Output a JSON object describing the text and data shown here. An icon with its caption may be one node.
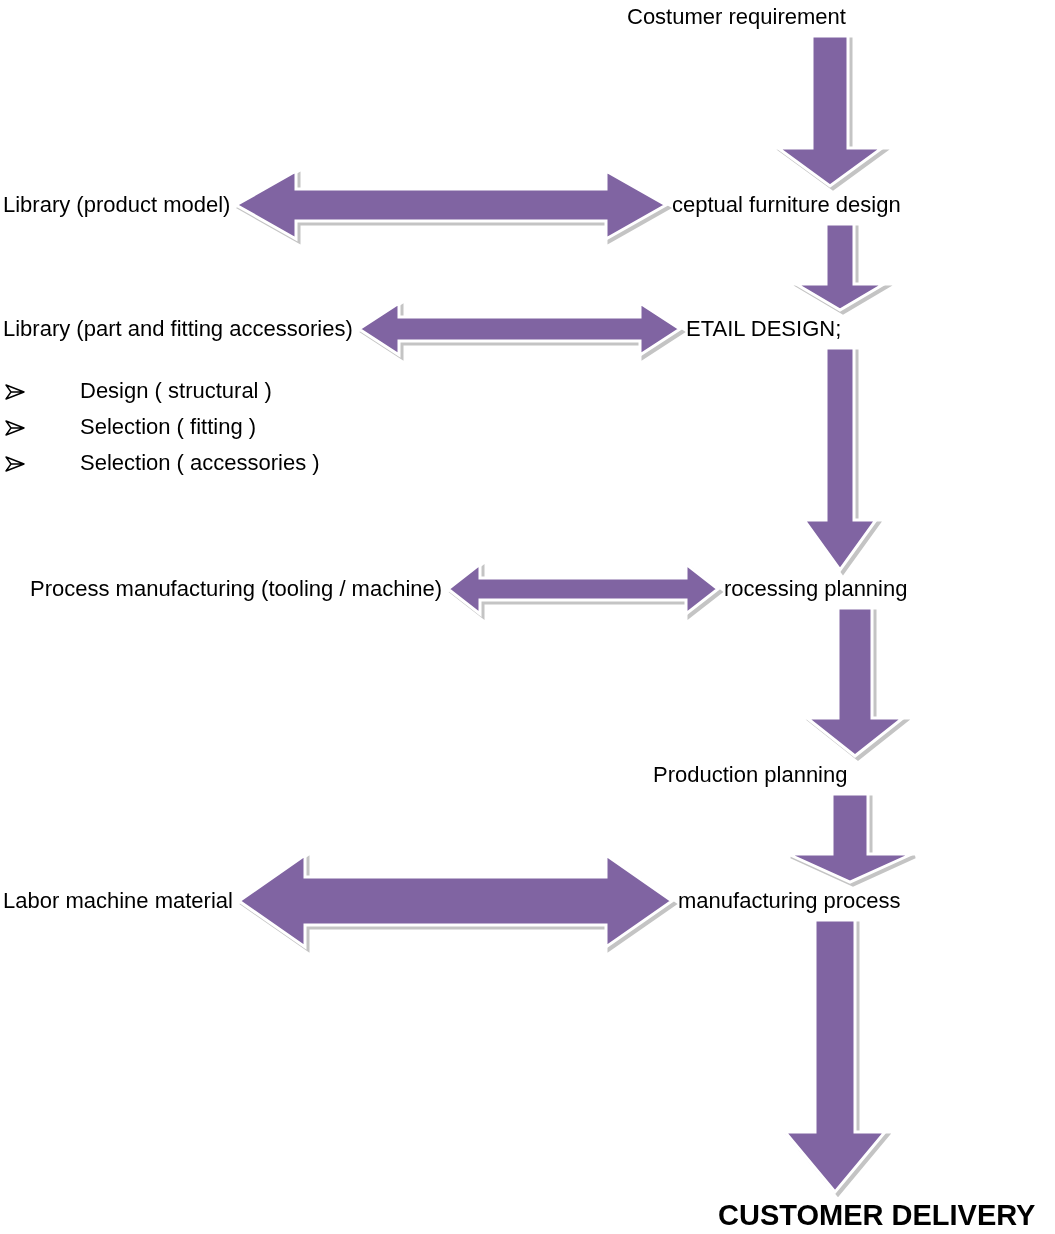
{
  "diagram": {
    "nodes": [
      {
        "text": [
          "Costumer requirement"
        ]
      },
      {
        "text": [
          "Library (product model)"
        ]
      },
      {
        "text": [
          "ceptual furniture design"
        ]
      },
      {
        "text": [
          "Library (part and fitting accessories)"
        ]
      },
      {
        "text": [
          "ETAIL DESIGN;"
        ]
      },
      {
        "text": [
          "Process manufacturing (tooling / machine)"
        ]
      },
      {
        "text": [
          "rocessing planning"
        ]
      },
      {
        "text": [
          "Production planning"
        ]
      },
      {
        "text": [
          "Labor machine material"
        ]
      },
      {
        "text": [
          "manufacturing process"
        ]
      },
      {
        "text": [
          "CUSTOMER DELIVERY"
        ]
      }
    ],
    "edges": [
      {
        "from": 0,
        "to": 2,
        "arrow": "to"
      },
      {
        "from": 1,
        "to": 2,
        "arrow": "both"
      },
      {
        "from": 2,
        "to": 4,
        "arrow": "to"
      },
      {
        "from": 3,
        "to": 4,
        "arrow": "both"
      },
      {
        "from": 4,
        "to": 6,
        "arrow": "to"
      },
      {
        "from": 5,
        "to": 6,
        "arrow": "both"
      },
      {
        "from": 6,
        "to": 7,
        "arrow": "to"
      },
      {
        "from": 7,
        "to": 9,
        "arrow": "to"
      },
      {
        "from": 8,
        "to": 9,
        "arrow": "both"
      },
      {
        "from": 9,
        "to": 10,
        "arrow": "to"
      }
    ],
    "labels": [
      "Design ( structural )",
      "Selection ( fitting )",
      "Selection ( accessories )"
    ]
  }
}
